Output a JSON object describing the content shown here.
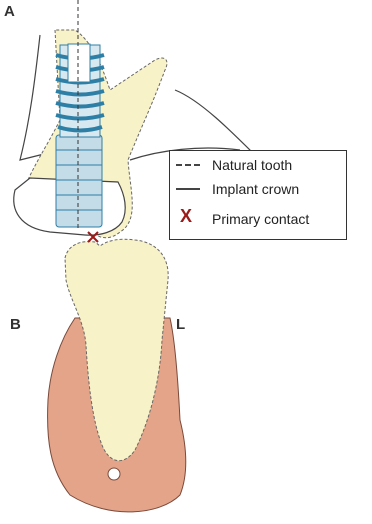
{
  "figure": {
    "label_a": "A",
    "label_b": "B",
    "label_l": "L"
  },
  "legend": {
    "natural_tooth": "Natural tooth",
    "implant_crown": "Implant crown",
    "primary_contact": "Primary contact",
    "contact_symbol": "X"
  },
  "colors": {
    "enamel": "#f8f2c8",
    "gingiva": "#e3a48a",
    "implant_blue": "#2e7fa6",
    "contact_red": "#9c1a1a",
    "outline": "#444444"
  }
}
